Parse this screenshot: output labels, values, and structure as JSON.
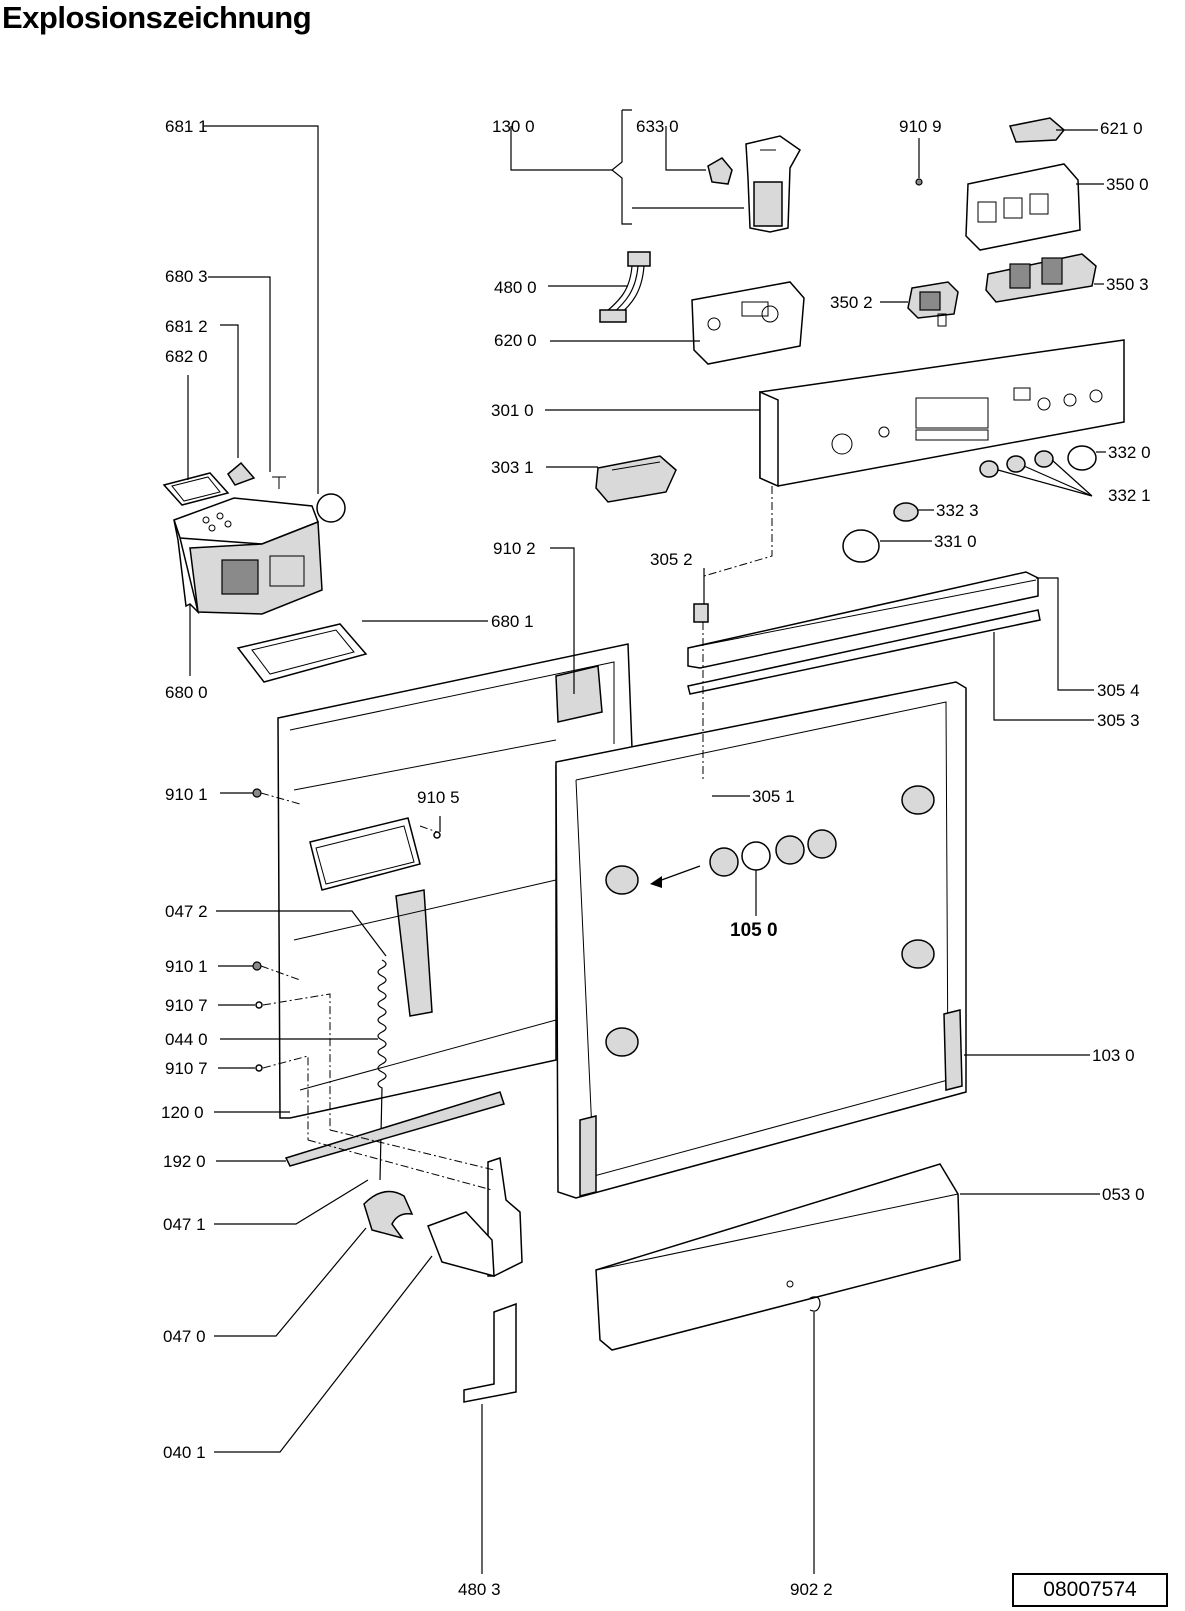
{
  "title": "Explosionszeichnung",
  "doc_number": "08007574",
  "labels": {
    "p681_1": "681 1",
    "p130_0": "130 0",
    "p633_0": "633 0",
    "p910_9": "910 9",
    "p621_0": "621 0",
    "p350_0": "350 0",
    "p680_3": "680 3",
    "p681_2": "681 2",
    "p682_0": "682 0",
    "p480_0": "480 0",
    "p350_2": "350 2",
    "p350_3": "350 3",
    "p620_0": "620 0",
    "p301_0": "301 0",
    "p303_1": "303 1",
    "p332_0": "332 0",
    "p332_1": "332 1",
    "p332_3": "332 3",
    "p331_0": "331 0",
    "p910_2": "910 2",
    "p305_2": "305 2",
    "p680_1": "680 1",
    "p680_0": "680 0",
    "p305_4": "305 4",
    "p305_3": "305 3",
    "p910_1a": "910 1",
    "p910_5": "910 5",
    "p305_1": "305 1",
    "p047_2": "047 2",
    "p105_0": "105 0",
    "p910_1b": "910 1",
    "p910_7a": "910 7",
    "p044_0": "044 0",
    "p103_0": "103 0",
    "p910_7b": "910 7",
    "p120_0": "120 0",
    "p192_0": "192 0",
    "p053_0": "053 0",
    "p047_1": "047 1",
    "p047_0": "047 0",
    "p040_1": "040 1",
    "p480_3": "480 3",
    "p902_2": "902 2"
  }
}
